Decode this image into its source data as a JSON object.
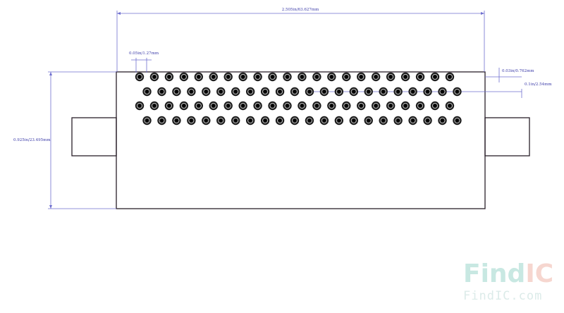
{
  "dimensions": {
    "overall_width": "2.505in/63.627mm",
    "pin_width": "0.05in/1.27mm",
    "row_offset": "0.03in/0.762mm",
    "pitch": "0.1in/2.54mm",
    "body_height": "0.925in/23.495mm"
  },
  "pins": {
    "row_a_count": 22,
    "row_b_count": 22,
    "row_c_count": 22,
    "row_d_count": 22
  },
  "watermark": {
    "logo_part1": "Find",
    "logo_part2": "IC",
    "url": "FindIC.com",
    "color_part1": "#c8e8e2",
    "color_part2": "#f6d6cf"
  },
  "colors": {
    "outline": "#2a1f2a",
    "dimension": "#6f6fcf",
    "pad": "#1c1c1c"
  }
}
